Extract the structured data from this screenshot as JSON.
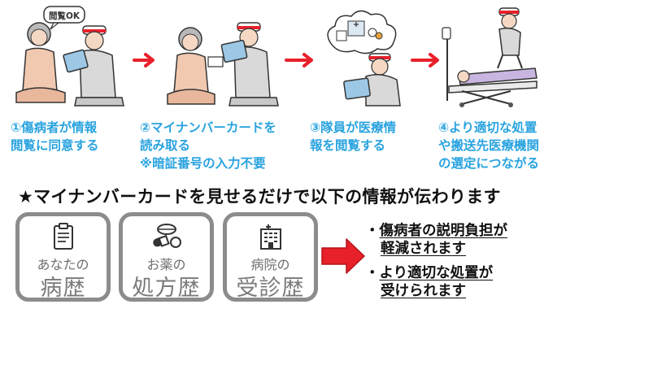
{
  "steps": [
    {
      "line1": "①傷病者が情報",
      "line2": "閲覧に同意する",
      "line3": ""
    },
    {
      "line1": "②マイナンバーカードを",
      "line2": "読み取る",
      "line3": "※暗証番号の入力不要"
    },
    {
      "line1": "③隊員が医療情",
      "line2": "報を閲覧する",
      "line3": ""
    },
    {
      "line1": "④より適切な処置",
      "line2": "や搬送先医療機関",
      "line3": "の選定につながる"
    }
  ],
  "speech_bubble": "閲覧OK",
  "headline": "★マイナンバーカードを見せるだけで以下の情報が伝わります",
  "cards": [
    {
      "small": "あなたの",
      "big": "病歴",
      "icon": "clipboard-icon"
    },
    {
      "small": "お薬の",
      "big": "処方歴",
      "icon": "pills-icon"
    },
    {
      "small": "病院の",
      "big": "受診歴",
      "icon": "hospital-icon"
    }
  ],
  "benefits": [
    {
      "bullet": "・",
      "line1": "傷病者の説明負担が",
      "line2": "軽減されます"
    },
    {
      "bullet": "・",
      "line1": "より適切な処置が",
      "line2": "受けられます"
    }
  ],
  "colors": {
    "accent_blue": "#29a3df",
    "arrow_red": "#e8202a",
    "card_border": "#8c8c8c",
    "helmet_red": "#e8202a"
  }
}
